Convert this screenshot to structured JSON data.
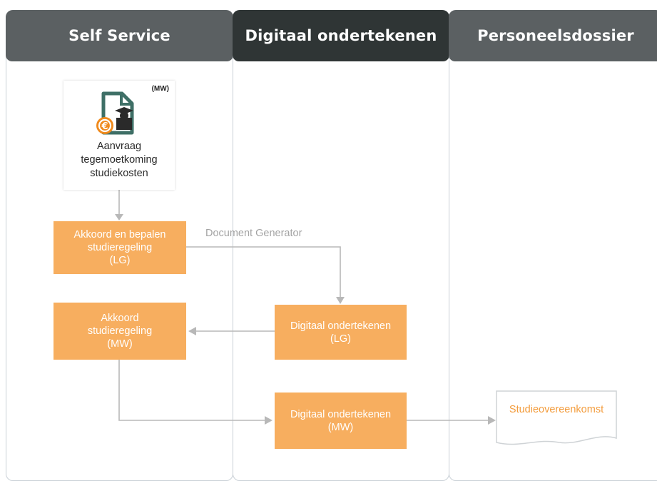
{
  "lanes": [
    {
      "title": "Self Service"
    },
    {
      "title": "Digitaal ondertekenen"
    },
    {
      "title": "Personeelsdossier"
    }
  ],
  "form": {
    "badge": "(MW)",
    "label_lines": [
      "Aanvraag",
      "tegemoetkoming",
      "studiekosten"
    ],
    "icon": "euro-document-graduate-icon"
  },
  "tasks": {
    "akkoord_bepalen": [
      "Akkoord en bepalen",
      "studieregeling",
      "(LG)"
    ],
    "akkoord_mw": [
      "Akkoord",
      "studieregeling",
      "(MW)"
    ],
    "digitaal_lg": [
      "Digitaal ondertekenen",
      "(LG)"
    ],
    "digitaal_mw": [
      "Digitaal ondertekenen",
      "(MW)"
    ]
  },
  "edge_labels": {
    "document_generator": "Document Generator"
  },
  "document": {
    "label": "Studieovereenkomst"
  },
  "colors": {
    "task": "#f7ae5f",
    "header_grey": "#5b6062",
    "header_dark": "#2f3535",
    "connector": "#b8b8b8",
    "document_text": "#f39c3c"
  }
}
